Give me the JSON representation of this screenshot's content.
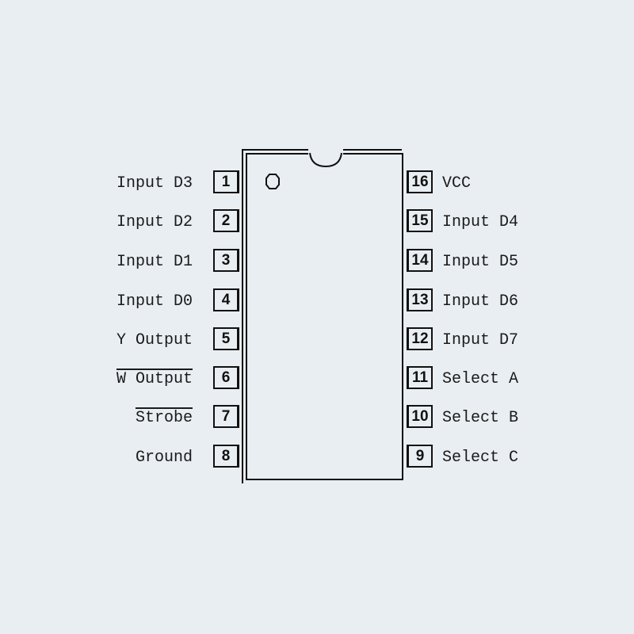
{
  "diagram": {
    "type": "DIP-16 pinout",
    "left_pins": [
      {
        "number": "1",
        "label": "Input D3",
        "overline": false
      },
      {
        "number": "2",
        "label": "Input D2",
        "overline": false
      },
      {
        "number": "3",
        "label": "Input D1",
        "overline": false
      },
      {
        "number": "4",
        "label": "Input D0",
        "overline": false
      },
      {
        "number": "5",
        "label": "Y Output",
        "overline": false
      },
      {
        "number": "6",
        "label": "W Output",
        "overline": true
      },
      {
        "number": "7",
        "label": "Strobe",
        "overline": true
      },
      {
        "number": "8",
        "label": "Ground",
        "overline": false
      }
    ],
    "right_pins": [
      {
        "number": "16",
        "label": "VCC"
      },
      {
        "number": "15",
        "label": "Input D4"
      },
      {
        "number": "14",
        "label": "Input D5"
      },
      {
        "number": "13",
        "label": "Input D6"
      },
      {
        "number": "12",
        "label": "Input D7"
      },
      {
        "number": "11",
        "label": "Select A"
      },
      {
        "number": "10",
        "label": "Select B"
      },
      {
        "number": "9",
        "label": "Select C"
      }
    ],
    "colors": {
      "background": "#e9eef2",
      "line": "#111111"
    }
  }
}
